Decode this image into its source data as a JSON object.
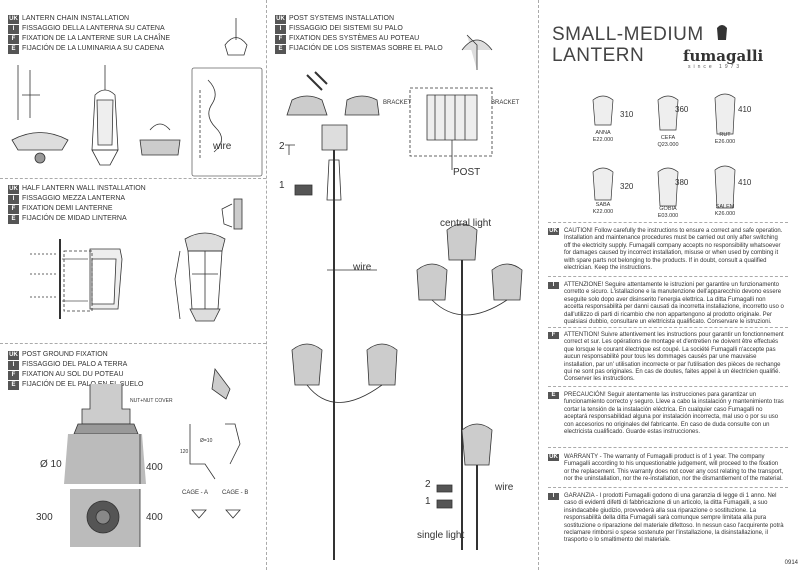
{
  "sections": {
    "chain": {
      "uk": "LANTERN CHAIN INSTALLATION",
      "i": "FISSAGGIO DELLA LANTERNA SU CATENA",
      "f": "FIXATION DE LA LANTERNE SUR LA CHAÎNE",
      "e": "FIJACIÓN DE LA LUMINARIA A SU CADENA",
      "wire": "wire"
    },
    "wall": {
      "uk": "HALF LANTERN WALL INSTALLATION",
      "i": "FISSAGGIO MEZZA LANTERNA",
      "f": "FIXATION DEMI LANTERNE",
      "e": "FIJACIÓN DE MIDAD LINTERNA"
    },
    "ground": {
      "uk": "POST GROUND FIXATION",
      "i": "FISSAGGIO DEL PALO A TERRA",
      "f": "FIXATION AU SOL DU POTEAU",
      "e": "FIJACIÓN DE EL PALO EN EL SUELO",
      "nut_label": "NUT+NUT COVER",
      "phi10": "Ø 10",
      "d400a": "400",
      "d300": "300",
      "d400b": "400",
      "cage_a": "CAGE - A",
      "cage_b": "CAGE - B",
      "phi10s": "Ø=10",
      "d120": "120"
    },
    "post": {
      "uk": "POST SYSTEMS INSTALLATION",
      "i": "FISSAGGIO DEI SISTEMI SU PALO",
      "f": "FIXATION DES SYSTÈMES AU POTEAU",
      "e": "FIJACIÓN DE LOS SISTEMAS SOBRE EL PALO",
      "bracket_left": "BRACKET",
      "bracket_right": "BRACKET",
      "post_label": "POST",
      "step2": "2",
      "step1": "1",
      "wire1": "wire",
      "central": "central light",
      "wire2": "wire",
      "single": "single light",
      "step2b": "2",
      "step1b": "1"
    }
  },
  "codes": {
    "uk": "UK",
    "i": "I",
    "f": "F",
    "e": "E"
  },
  "brand": {
    "name": "fumagalli",
    "since": "since 1973"
  },
  "title": {
    "line1": "SMALL-MEDIUM",
    "line2": "LANTERN"
  },
  "lamps": [
    {
      "name": "ANNA",
      "code": "E22.000",
      "dim": "310"
    },
    {
      "name": "CEFA",
      "code": "Q23.000",
      "dim": "360"
    },
    {
      "name": "RUT",
      "code": "E26.000",
      "dim": "410"
    },
    {
      "name": "SABA",
      "code": "K22.000",
      "dim": "320"
    },
    {
      "name": "GOBIA",
      "code": "E03.000",
      "dim": "380"
    },
    {
      "name": "SALEM",
      "code": "K26.000",
      "dim": "410"
    }
  ],
  "notices": {
    "uk": "CAUTION! Follow carefully the instructions to ensure a correct and safe operation. Installation and maintenance procedures must be carried out only after switching off the electricity supply. Fumagalli company accepts no responsibility whatsoever for damages caused by incorrect installation, misuse or when used by combing it with spare parts not belonging to the products. If in doubt, consult a qualified electrician. Keep the instructions.",
    "i": "ATTENZIONE! Seguire attentamente le istruzioni per garantire un funzionamento corretto e sicuro. L'istallazione e la manutenzione dell'apparecchio devono essere eseguite solo dopo aver disinserito l'energia elettrica. La ditta Fumagalli non accetta responsabilità per danni causati da incorretta installazione, incorretto uso o dall'utilizzo di parti di ricambio che non appartengono al prodotto originale. Per qualsiasi dubbio, consultare un elettricista qualificato. Conservare le istruzioni.",
    "f": "ATTENTION! Suivre attentivement les instructions pour garantir un fonctionnement correct et sur. Les opérations de montage et d'entretien ne doivent être effectués que lorsque le courant électrique est coupé. La société Fumagalli n'accepte pas aucun responsabilité pour tous les dommages causés par une mauvaise installation, par un' utilisation incorrecte or par l'utilisation des pièces de rechange qui ne sont pas originales. En cas de doutes, faites appel à un électricien qualifié. Conserver les instructions.",
    "e": "PRECAUCIÓN! Seguir atentamente las instrucciones para garantizar un funcionamiento correcto y seguro. Lleve a cabo la instalación y mantenimiento tras cortar la tensión de la instalación eléctrica. En cualquier caso Fumagalli no aceptará responsabilidad alguna por instalación incorrecta, mal uso o por su uso con accesorios no originales del fabricante. En caso de duda consulte con un electricista cualificado. Guarde estas instrucciones."
  },
  "warranty": {
    "uk": "WARRANTY - The warranty of Fumagalli product is of 1 year. The company Fumagalli according to his unquestionable judgement, will proceed to the fixation or the replacement. This warranty does not cover any cost relating to the transport, nor the uninstallation, nor the re-installation, nor the dismantlement of the material.",
    "i": "GARANZIA - I prodotti Fumagalli godono di una garanzia di legge di 1 anno. Nel caso di evidenti difetti di fabbricazione di un articolo, la ditta Fumagalli, a suo insindacabile giudizio, provvederà alla sua riparazione o sostituzione. La responsabilità della ditta Fumagalli sarà comunque sempre limitata alla pura sostituzione o riparazione del materiale difettoso. In nessun caso l'acquirente potrà reclamare rimborsi o spese sostenute per l'installazione, la disinstallazione, il trasporto o lo smaltimento del materiale."
  },
  "doc_code": "0914"
}
